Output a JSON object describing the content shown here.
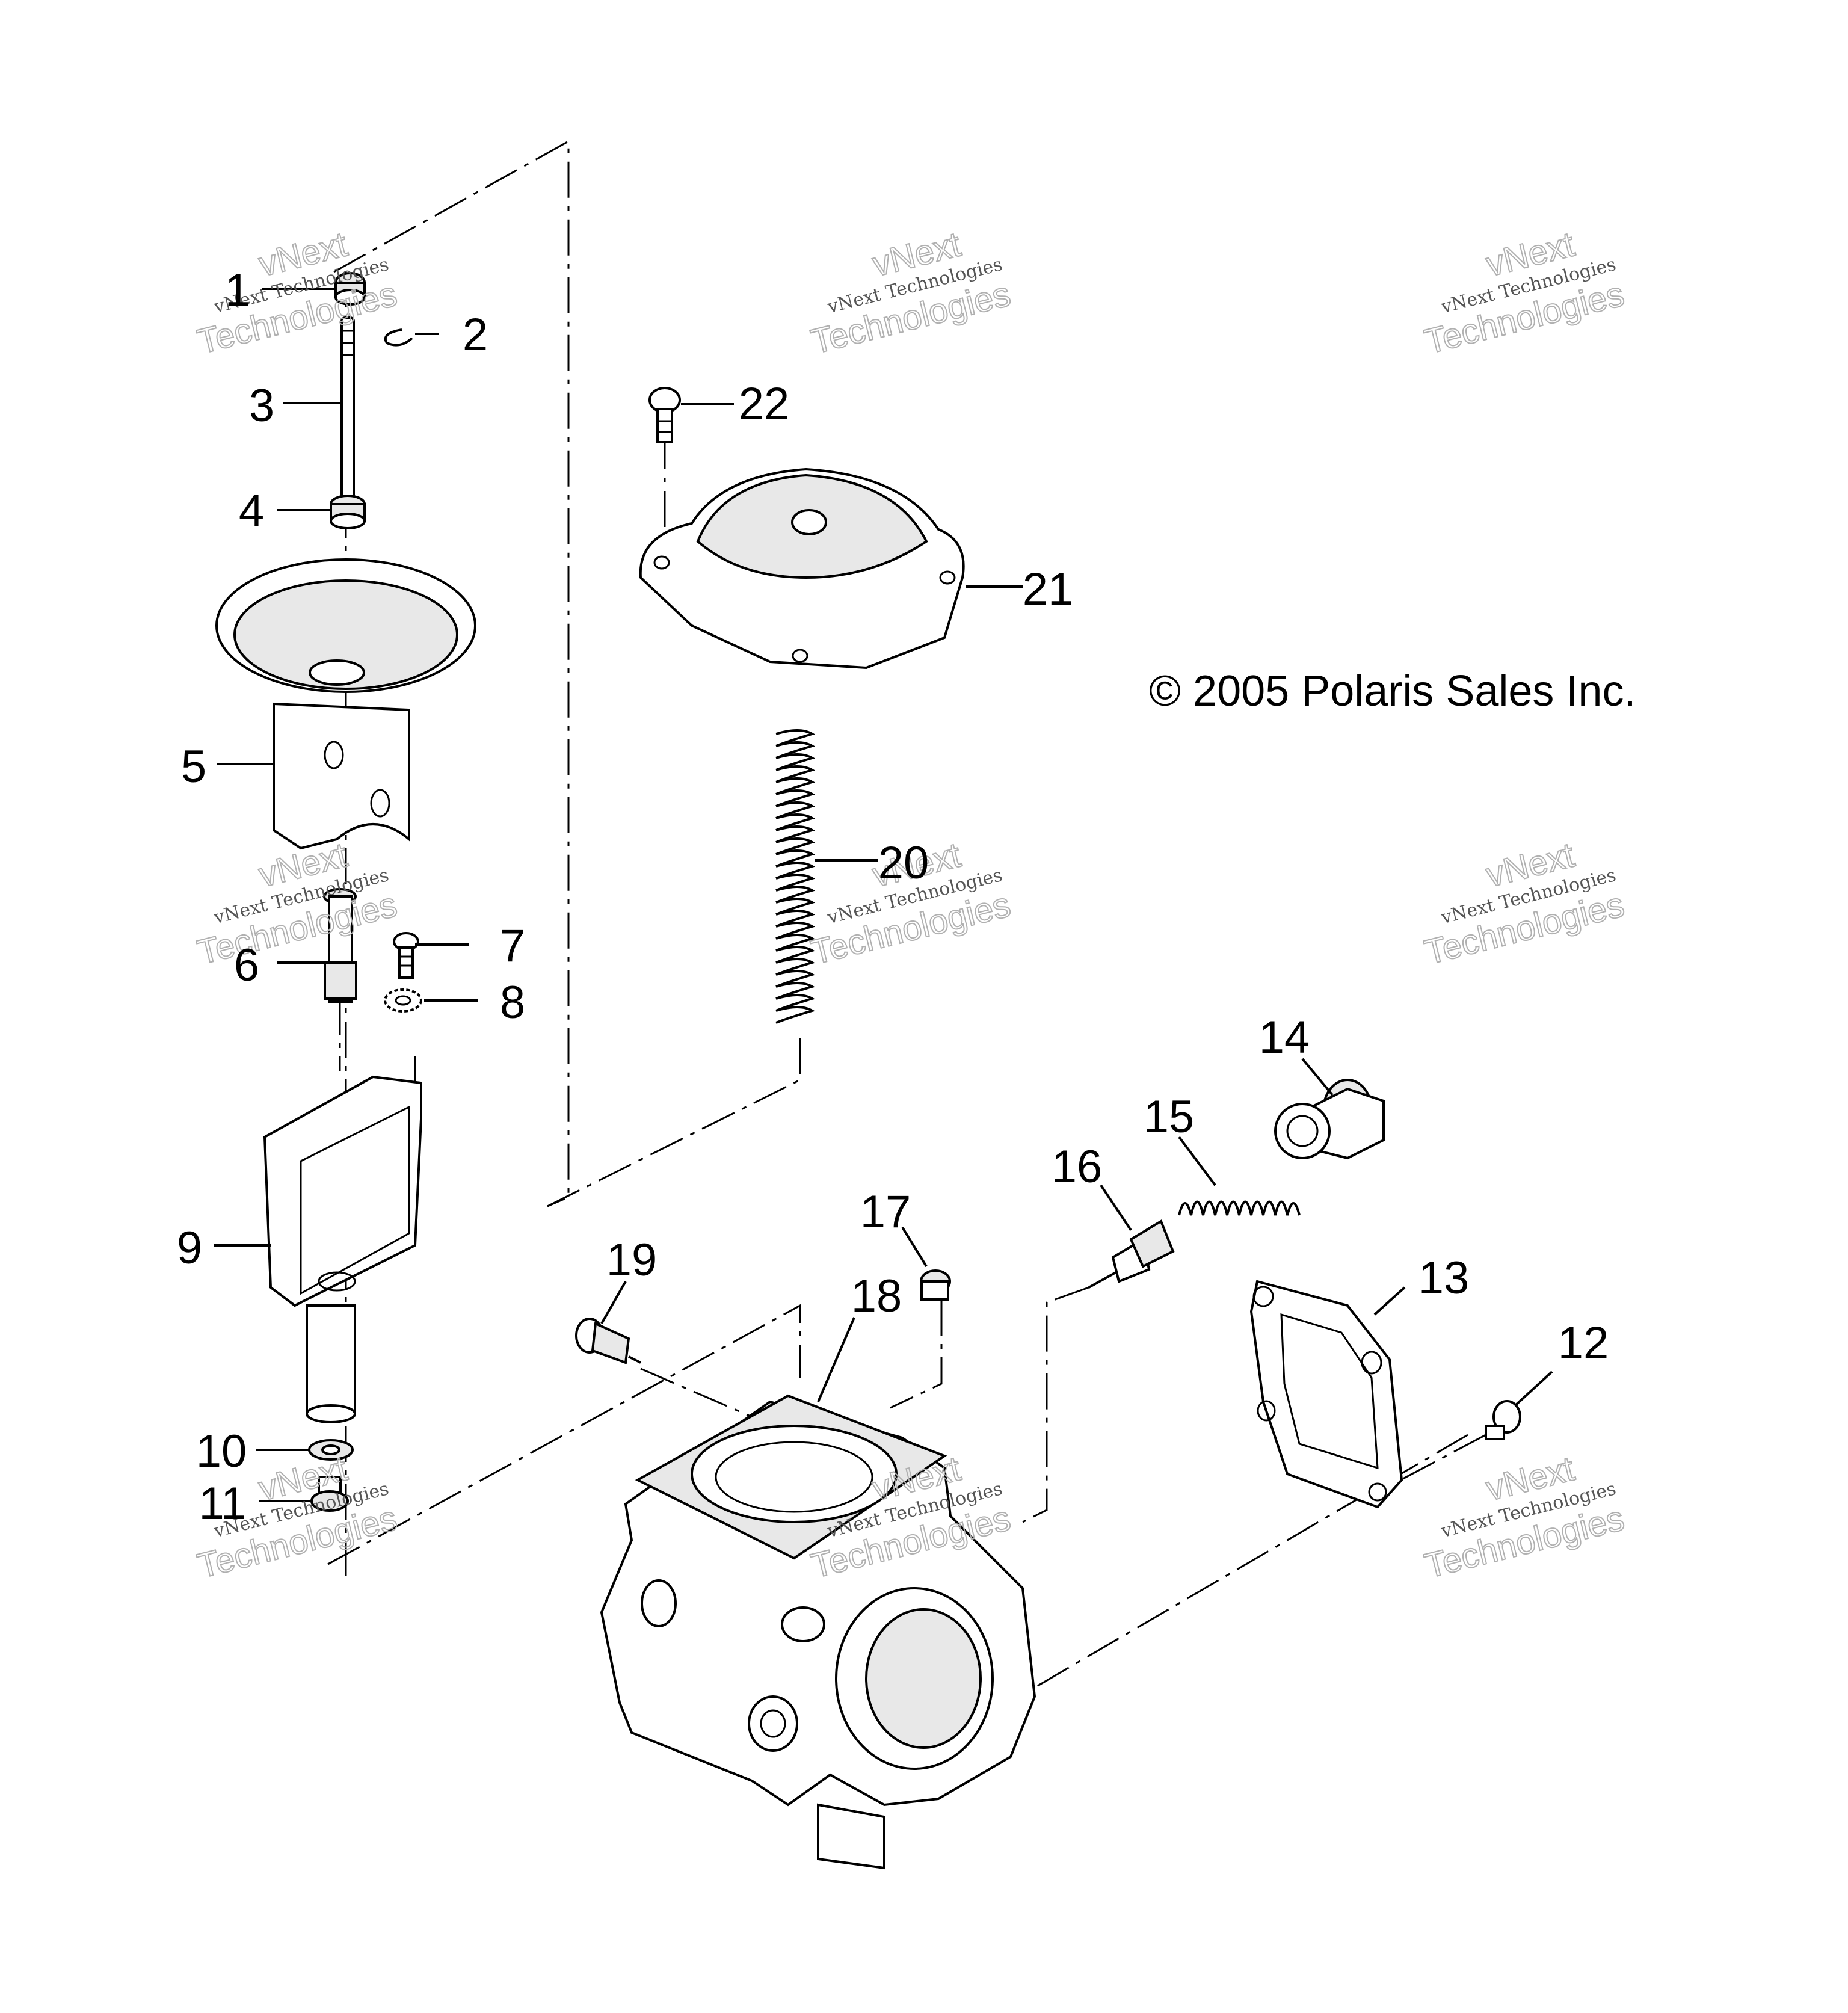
{
  "diagram": {
    "copyright": "© 2005 Polaris Sales Inc.",
    "watermark": {
      "top": "vNext",
      "middle": "vNext Technologies",
      "bottom": "Technologies"
    },
    "callouts": [
      "1",
      "2",
      "3",
      "4",
      "5",
      "6",
      "7",
      "8",
      "9",
      "10",
      "11",
      "12",
      "13",
      "14",
      "15",
      "16",
      "17",
      "18",
      "19",
      "20",
      "21",
      "22"
    ]
  }
}
